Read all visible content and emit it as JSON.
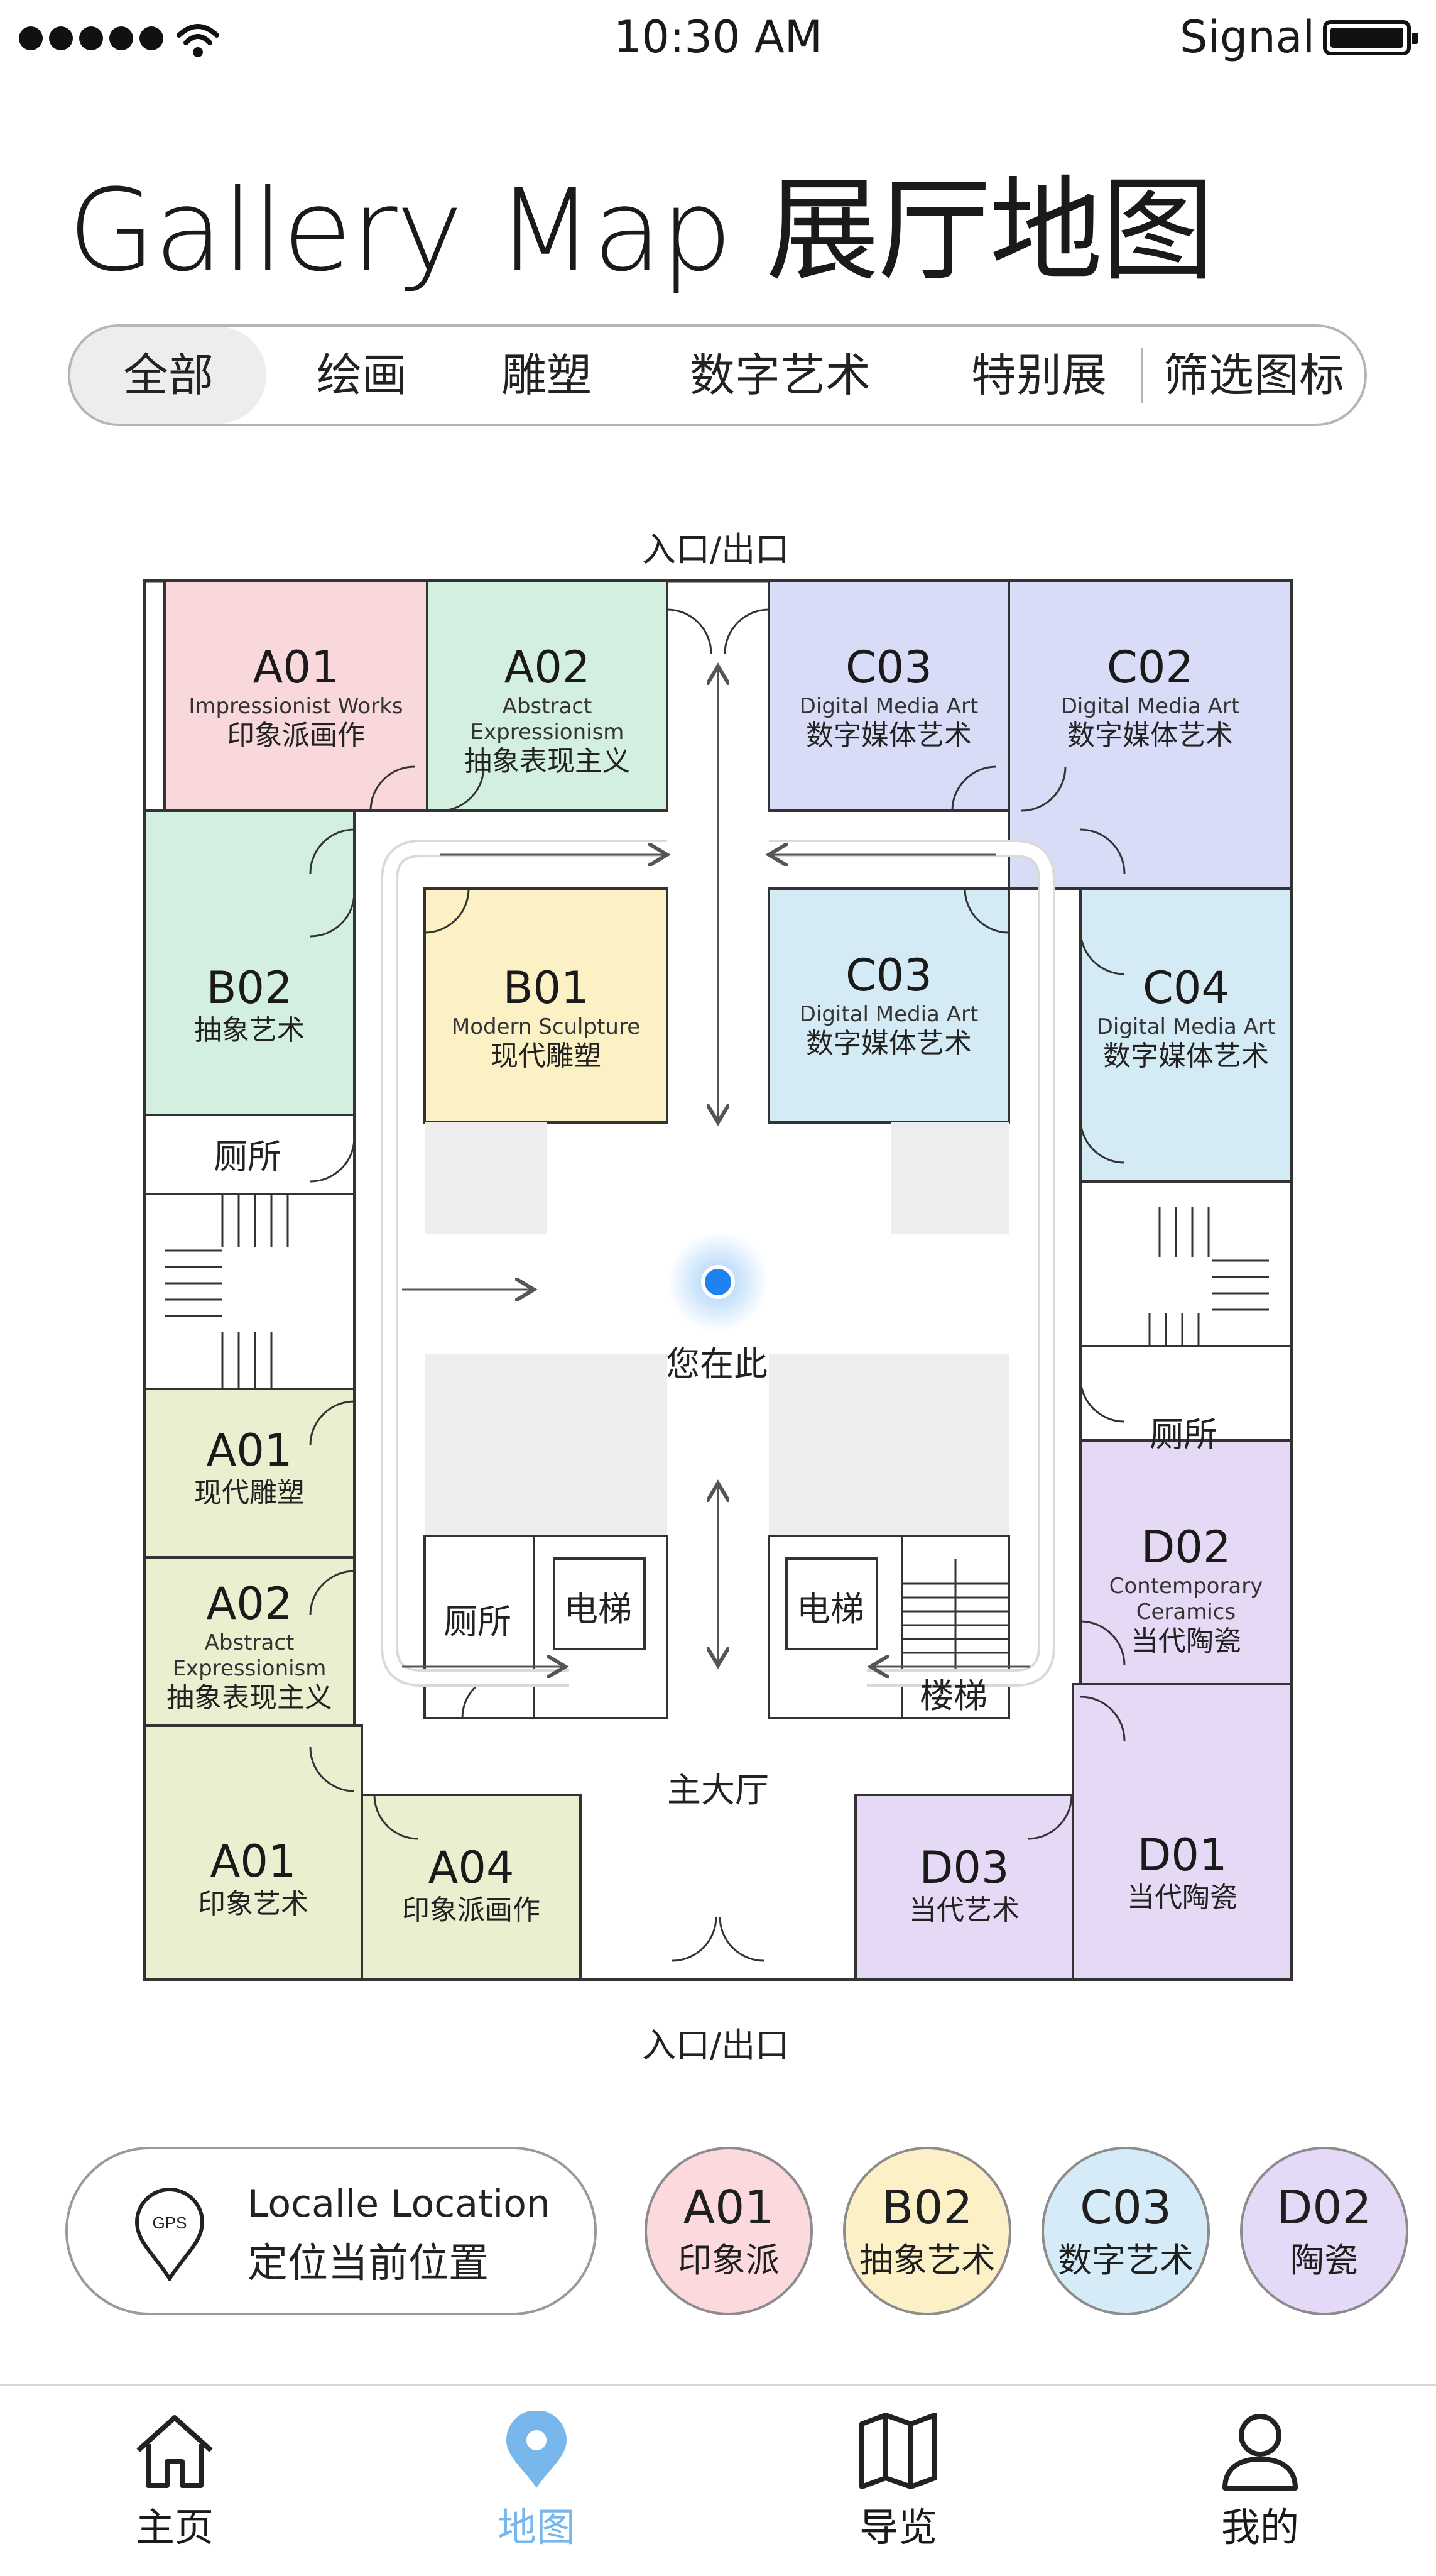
{
  "status_bar": {
    "time": "10:30 AM",
    "carrier": "Signal"
  },
  "page": {
    "title": "Gallery Map 展厅地图"
  },
  "filters": {
    "items": [
      "全部",
      "绘画",
      "雕塑",
      "数字艺术",
      "特别展"
    ],
    "active": "全部",
    "icon_filter_label": "筛选图标"
  },
  "map": {
    "entrance_top": "入口/出口",
    "entrance_bottom": "入口/出口",
    "you_are_here": "您在此",
    "main_hall": "主大厅",
    "rooms": [
      {
        "code": "A01",
        "en": "Impressionist Works",
        "cn": "印象派画作",
        "color": "#f8d8da"
      },
      {
        "code": "A02",
        "en": "Abstract Expressionism",
        "cn": "抽象表现主义",
        "color": "#d2efdf"
      },
      {
        "code": "C03",
        "en": "Digital Media Art",
        "cn": "数字媒体艺术",
        "color": "#d9dcf7"
      },
      {
        "code": "C02",
        "en": "Digital Media Art",
        "cn": "数字媒体艺术",
        "color": "#d9dcf7"
      },
      {
        "code": "B02",
        "en": "",
        "cn": "抽象艺术",
        "color": "#d2efdf"
      },
      {
        "code": "B01",
        "en": "Modern Sculpture",
        "cn": "现代雕塑",
        "color": "#fbf1c4"
      },
      {
        "code": "C03",
        "en": "Digital Media Art",
        "cn": "数字媒体艺术",
        "color": "#d4ebf6"
      },
      {
        "code": "C04",
        "en": "Digital Media Art",
        "cn": "数字媒体艺术",
        "color": "#d4ebf6"
      },
      {
        "code": "A01",
        "en": "",
        "cn": "现代雕塑",
        "color": "#eaefcf"
      },
      {
        "code": "A02",
        "en": "Abstract Expressionism",
        "cn": "抽象表现主义",
        "color": "#eaefcf"
      },
      {
        "code": "D02",
        "en": "Contemporary Ceramics",
        "cn": "当代陶瓷",
        "color": "#e6d9f5"
      },
      {
        "code": "A01",
        "en": "",
        "cn": "印象艺术",
        "color": "#eaefcf"
      },
      {
        "code": "A04",
        "en": "",
        "cn": "印象派画作",
        "color": "#eaefcf"
      },
      {
        "code": "D03",
        "en": "",
        "cn": "当代艺术",
        "color": "#e6d9f5"
      },
      {
        "code": "D01",
        "en": "",
        "cn": "当代陶瓷",
        "color": "#e6d9f5"
      }
    ],
    "facilities": {
      "restroom": "厕所",
      "elevator": "电梯",
      "stairs": "楼梯"
    }
  },
  "locate": {
    "gps_text": "GPS",
    "label_en": "Localle Location",
    "label_cn": "定位当前位置"
  },
  "quick_chips": [
    {
      "code": "A01",
      "cn": "印象派",
      "color": "#fbd9dc"
    },
    {
      "code": "B02",
      "cn": "抽象艺术",
      "color": "#fcf0c6"
    },
    {
      "code": "C03",
      "cn": "数字艺术",
      "color": "#d5ebf7"
    },
    {
      "code": "D02",
      "cn": "陶瓷",
      "color": "#e4d9f6"
    }
  ],
  "tabs": [
    {
      "label": "主页",
      "icon": "home-icon"
    },
    {
      "label": "地图",
      "icon": "map-pin-icon",
      "active": true
    },
    {
      "label": "导览",
      "icon": "map-icon"
    },
    {
      "label": "我的",
      "icon": "user-icon"
    }
  ],
  "colors": {
    "accent": "#78b7ec",
    "you_are_here": "#1e82f0",
    "text": "#1a1a1a"
  }
}
